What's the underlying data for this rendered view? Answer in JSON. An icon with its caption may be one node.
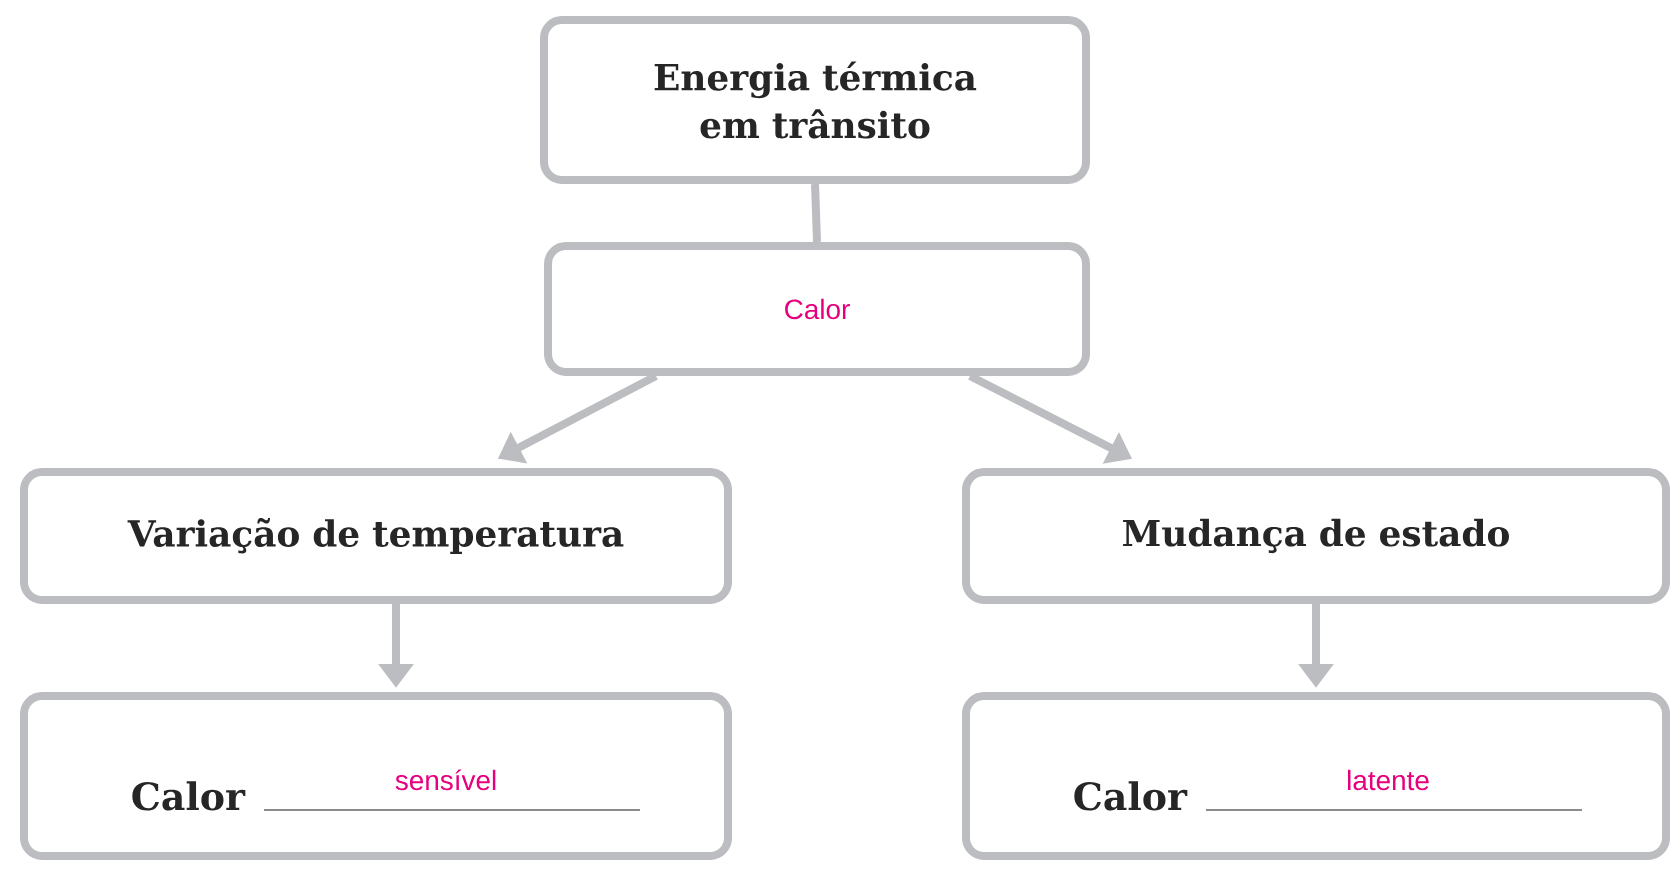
{
  "diagram": {
    "nodes": [
      {
        "text": [
          "Energia térmica em trânsito"
        ]
      },
      {
        "text": [
          "Calor"
        ]
      },
      {
        "text": [
          "Variação de temperatura"
        ]
      },
      {
        "text": [
          "Mudança de estado"
        ]
      },
      {
        "text": [
          "Calor",
          "sensível"
        ]
      },
      {
        "text": [
          "Calor",
          "latente"
        ]
      }
    ],
    "edges": [
      {
        "from": 0,
        "to": 1,
        "arrow": "none"
      },
      {
        "from": 1,
        "to": 2,
        "arrow": "to"
      },
      {
        "from": 1,
        "to": 3,
        "arrow": "to"
      },
      {
        "from": 2,
        "to": 4,
        "arrow": "to"
      },
      {
        "from": 3,
        "to": 5,
        "arrow": "to"
      }
    ]
  }
}
